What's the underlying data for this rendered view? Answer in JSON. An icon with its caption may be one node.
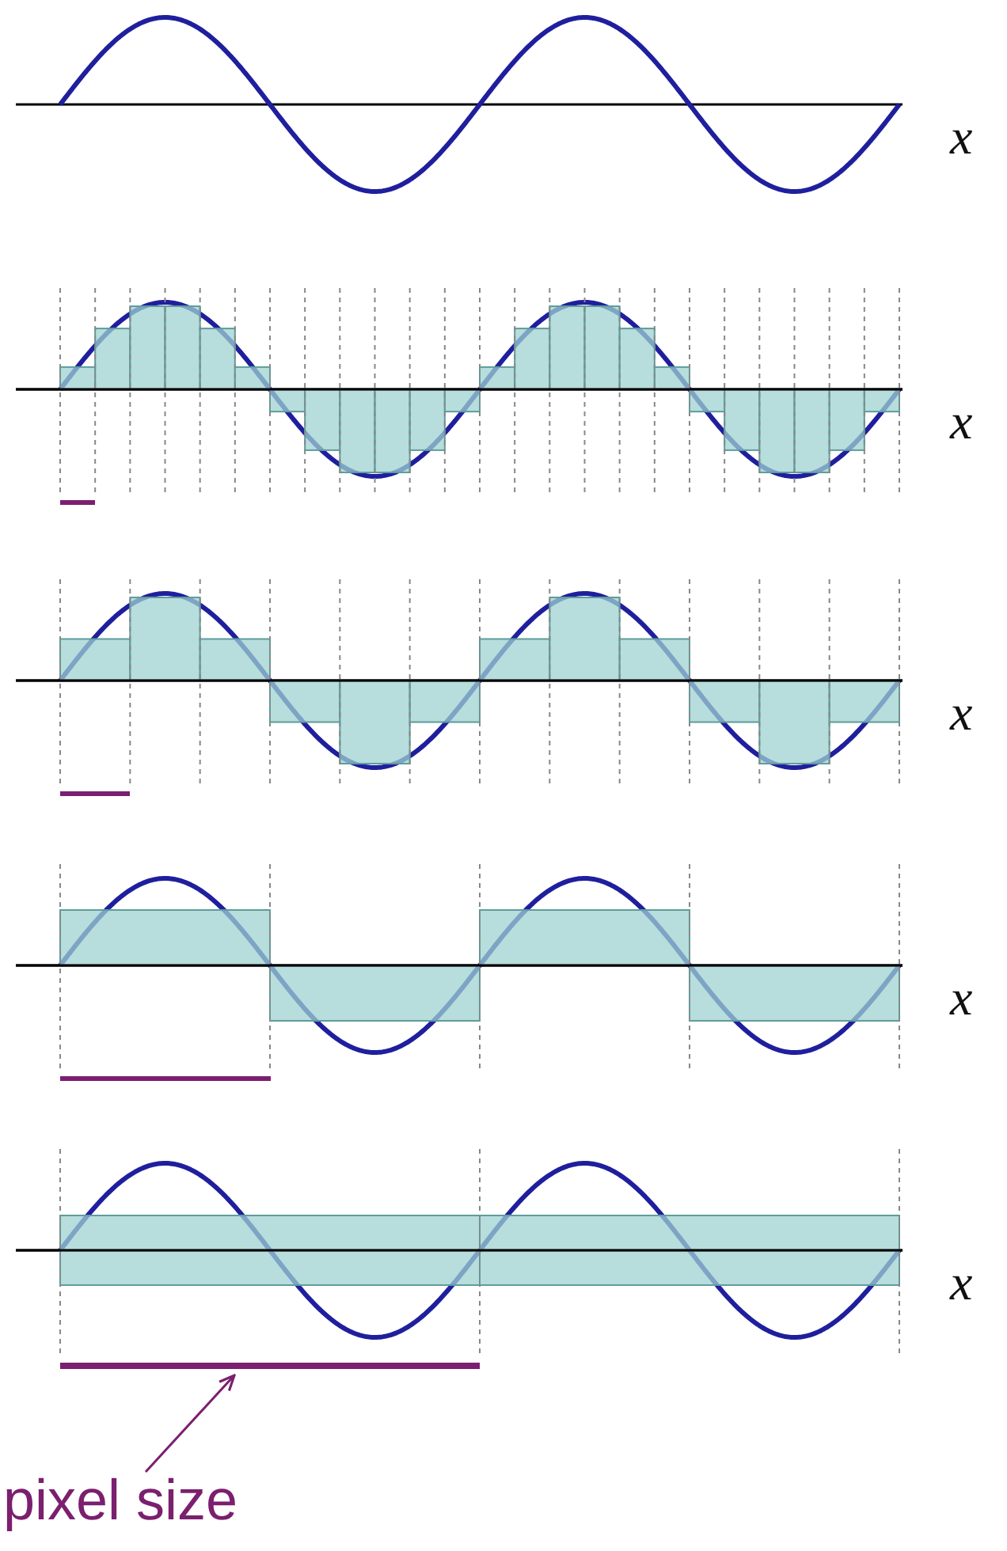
{
  "diagram": {
    "nodes": [
      {
        "text": [
          "pixel size"
        ]
      },
      {
        "text": [],
        "shape": "bar"
      }
    ],
    "edges": [
      {
        "from": 0,
        "to": 1,
        "arrow": "to"
      }
    ],
    "labels": [
      "x",
      "x",
      "x",
      "x",
      "x"
    ]
  }
}
